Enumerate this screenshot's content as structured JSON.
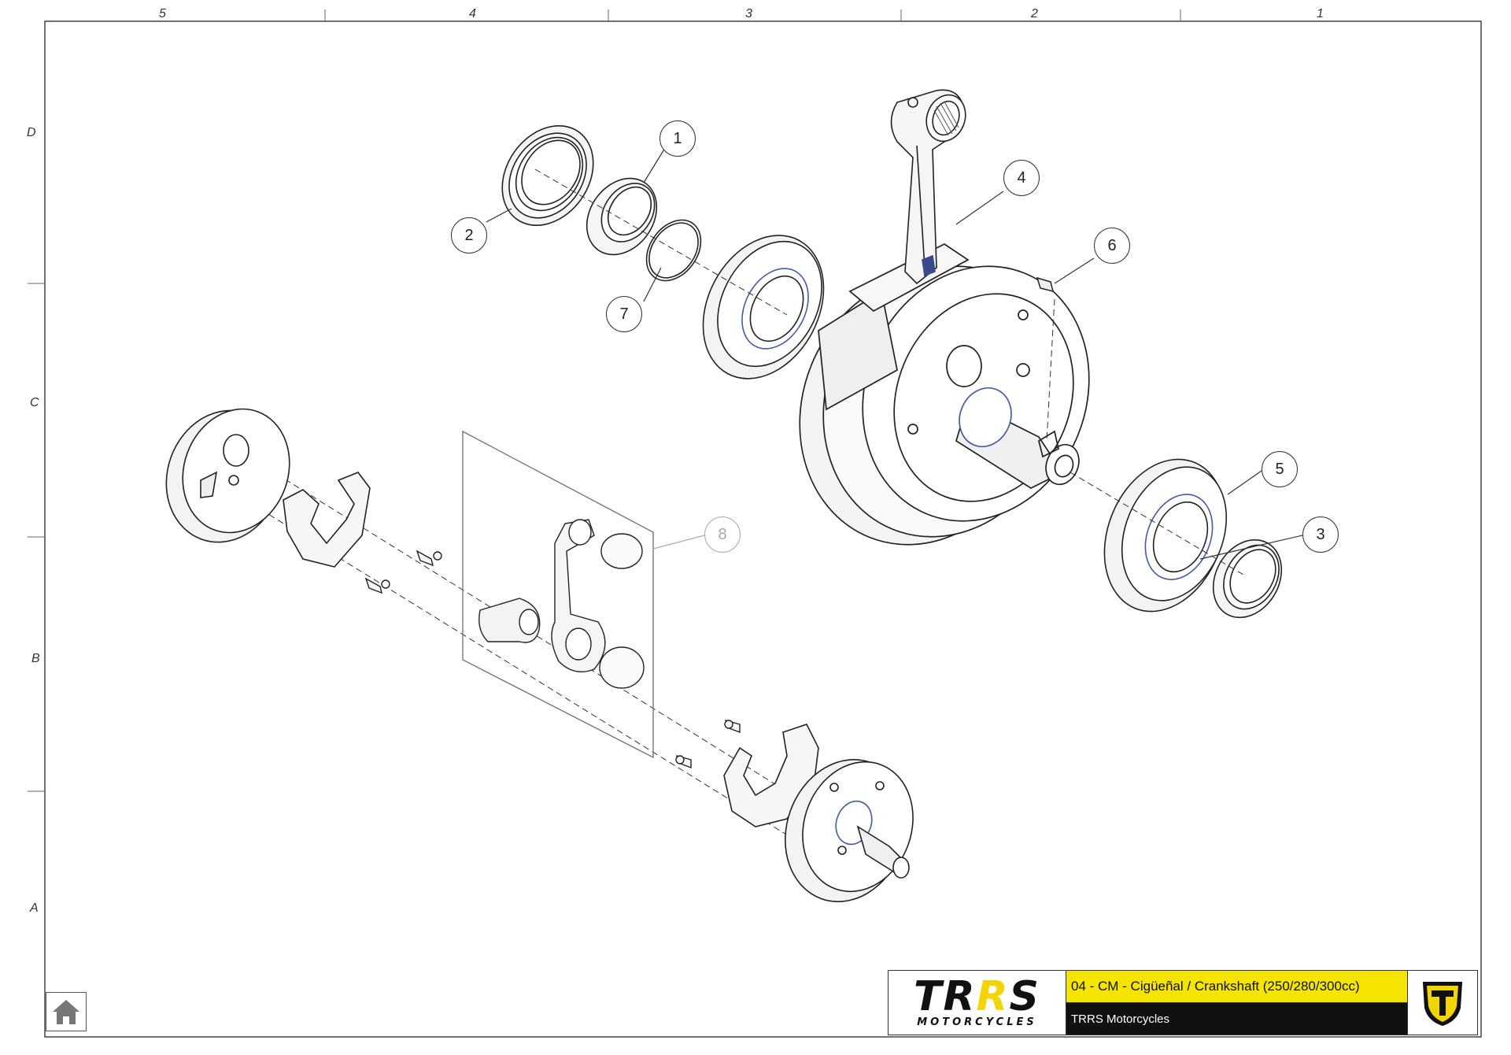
{
  "frame": {
    "columns": [
      "5",
      "4",
      "3",
      "2",
      "1"
    ],
    "rows": [
      "D",
      "C",
      "B",
      "A"
    ]
  },
  "callouts": [
    {
      "id": "1",
      "label": "1",
      "style": "normal"
    },
    {
      "id": "2",
      "label": "2",
      "style": "normal"
    },
    {
      "id": "3",
      "label": "3",
      "style": "normal"
    },
    {
      "id": "4",
      "label": "4",
      "style": "normal"
    },
    {
      "id": "5",
      "label": "5",
      "style": "normal"
    },
    {
      "id": "6",
      "label": "6",
      "style": "normal"
    },
    {
      "id": "7",
      "label": "7",
      "style": "normal"
    },
    {
      "id": "8",
      "label": "8",
      "style": "faded"
    }
  ],
  "title_block": {
    "logo_text": "TRRS",
    "logo_sub": "MOTORCYCLES",
    "title": "04 - CM - Cigüeñal / Crankshaft (250/280/300cc)",
    "subtitle": "TRRS Motorcycles",
    "title_bg": "#f4e400",
    "subtitle_bg": "#111111",
    "badge_color": "#f1d400"
  },
  "home": {
    "icon": "home-icon"
  }
}
